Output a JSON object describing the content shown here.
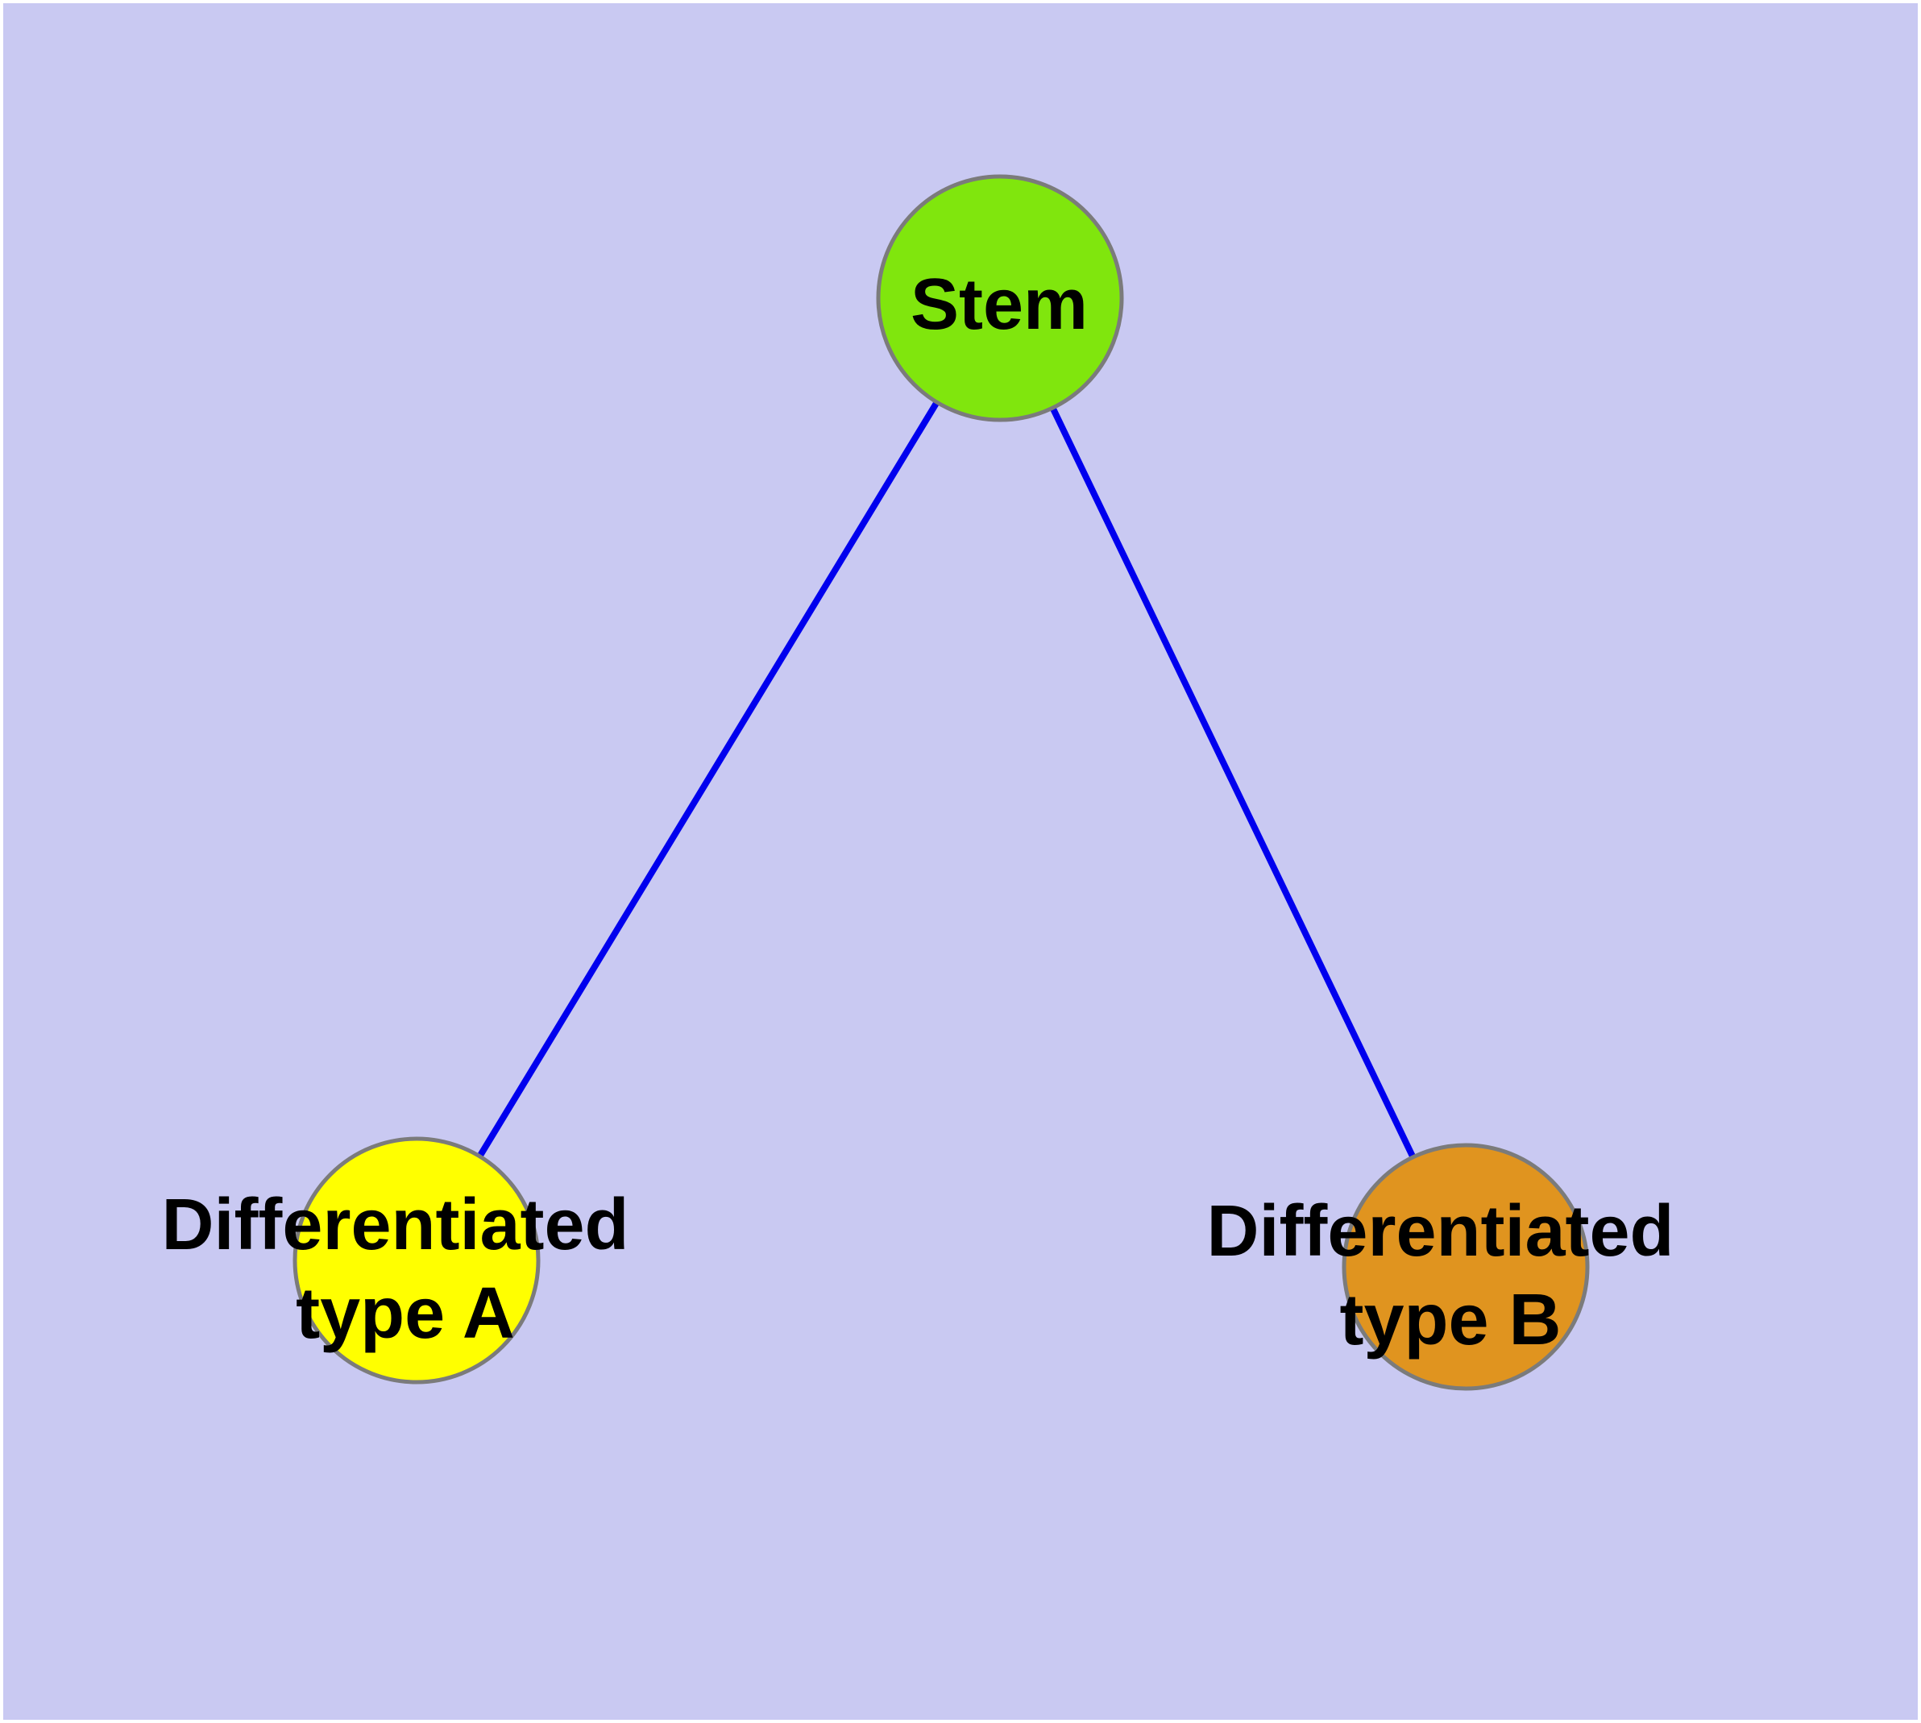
{
  "figure": {
    "type": "graph-diagram",
    "frame_color": "#ffffff",
    "background_color": "#c9c9f2",
    "edge_color": "#0000ee",
    "node_border_color": "#7b7b7b",
    "label_color": "#000000",
    "nodes": [
      {
        "id": "stem",
        "label": "Stem",
        "lines": [
          "Stem"
        ],
        "fill": "#80e60d"
      },
      {
        "id": "type-a",
        "label": "Differentiated type A",
        "lines": [
          "Differentiated",
          "type A"
        ],
        "fill": "#ffff00"
      },
      {
        "id": "type-b",
        "label": "Differentiated type B",
        "lines": [
          "Differentiated",
          "type B"
        ],
        "fill": "#e0941f"
      }
    ],
    "edges": [
      {
        "from": "Stem",
        "to": "Differentiated type A"
      },
      {
        "from": "Stem",
        "to": "Differentiated type B"
      }
    ]
  }
}
